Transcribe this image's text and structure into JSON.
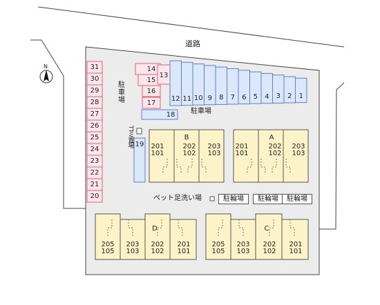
{
  "road_label": "道路",
  "north_label": "N",
  "parking_label_left": [
    "駐",
    "車",
    "場"
  ],
  "parking_label_main": "駐車場",
  "trash_label": [
    "ゴ",
    "ミ",
    "置",
    "場"
  ],
  "pet_wash_label": "ペット足洗い場",
  "bike_parking_labels": [
    "駐輪場",
    "駐輪場",
    "駐輪場"
  ],
  "parking_left_column": [
    "31",
    "30",
    "29",
    "28",
    "27",
    "26",
    "25",
    "24",
    "23",
    "22",
    "21",
    "20"
  ],
  "parking_pink_upper": [
    "14",
    "15",
    "16",
    "17"
  ],
  "parking_13": "13",
  "parking_top_row": [
    "12",
    "11",
    "10",
    "9",
    "8",
    "7",
    "6",
    "5",
    "4",
    "3",
    "2",
    "1"
  ],
  "parking_18": "18",
  "parking_19": "19",
  "building_b": {
    "label": "B",
    "units": [
      [
        "201",
        "101"
      ],
      [
        "202",
        "102"
      ],
      [
        "203",
        "103"
      ]
    ]
  },
  "building_a": {
    "label": "A",
    "units": [
      [
        "201",
        "101"
      ],
      [
        "202",
        "102"
      ],
      [
        "203",
        "103"
      ]
    ]
  },
  "building_d": {
    "label": "D",
    "units": [
      [
        "205",
        "105"
      ],
      [
        "203",
        "103"
      ],
      [
        "202",
        "102"
      ],
      [
        "201",
        "101"
      ]
    ]
  },
  "building_c": {
    "label": "C",
    "units": [
      [
        "205",
        "105"
      ],
      [
        "203",
        "103"
      ],
      [
        "202",
        "102"
      ],
      [
        "201",
        "101"
      ]
    ]
  },
  "colors": {
    "pink_stroke": "#e0607a",
    "pink_fill": "#fde7ec",
    "blue_stroke": "#5f7fd0",
    "blue_fill": "#dbe7fb",
    "building_fill": "#fdf3c8",
    "lot_fill": "#ececec"
  }
}
